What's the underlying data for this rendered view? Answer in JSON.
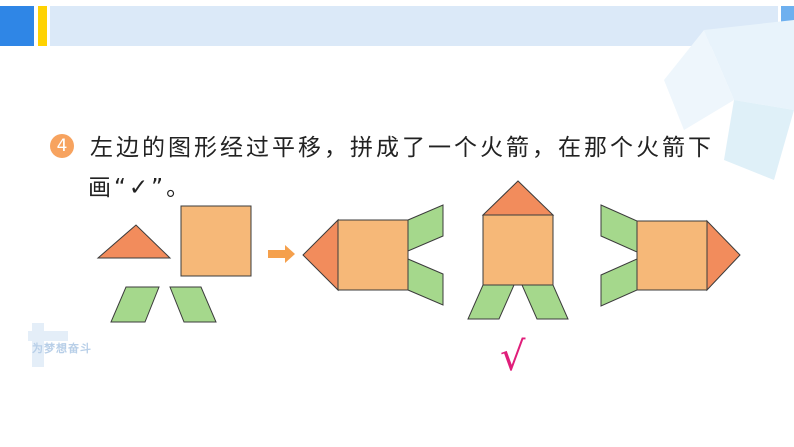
{
  "question": {
    "number": "4",
    "line1": "左边的图形经过平移，拼成了一个火箭，在那个火箭下",
    "line2": "画“✓”。"
  },
  "answer_mark": "√",
  "watermark_text": "为梦想奋斗",
  "colors": {
    "triangle": "#f28c5c",
    "square": "#f6b878",
    "parallelogram": "#a5d88c",
    "outline": "#3b3b3b",
    "arrow": "#f5a04c",
    "check": "#e01e7a",
    "header_blue": "#2f86e6",
    "header_yellow": "#ffd200"
  }
}
